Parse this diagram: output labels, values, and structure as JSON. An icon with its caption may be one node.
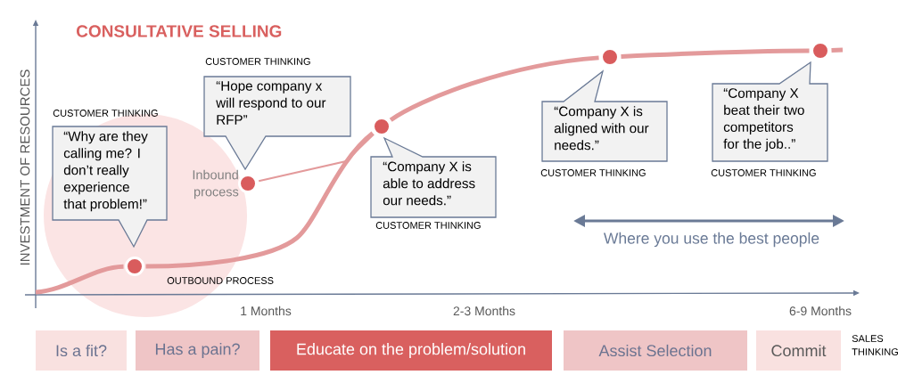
{
  "diagram": {
    "title": "CONSULTATIVE SELLING",
    "nodes": [
      {
        "text": [
          "CUSTOMER THINKING",
          "“Why are they calling me? I don’t really experience that problem!”"
        ]
      },
      {
        "text": [],
        "shape": "circle"
      },
      {
        "text": [
          "CUSTOMER THINKING",
          "“Hope company x will respond to our RFP”"
        ]
      },
      {
        "text": [],
        "shape": "circle",
        "beside": [
          "Inbound process"
        ]
      },
      {
        "text": [
          "“Company X is able to address our needs.”",
          "CUSTOMER THINKING"
        ]
      },
      {
        "text": [],
        "shape": "circle"
      },
      {
        "text": [
          "“Company X is aligned with our needs.”",
          "CUSTOMER THINKING"
        ]
      },
      {
        "text": [],
        "shape": "circle"
      },
      {
        "text": [
          "“Company X beat their two competitors for the job..”",
          "CUSTOMER THINKING"
        ]
      },
      {
        "text": [],
        "shape": "circle"
      },
      {
        "text": [
          "Is a fit?"
        ]
      },
      {
        "text": [
          "Has a pain?"
        ]
      },
      {
        "text": [
          "Educate on the problem/solution"
        ]
      },
      {
        "text": [
          "Assist Selection"
        ]
      },
      {
        "text": [
          "Commit"
        ]
      }
    ],
    "edges": [
      {
        "from": null,
        "to": 1,
        "arrow": "none"
      },
      {
        "from": 1,
        "to": 5,
        "arrow": "none"
      },
      {
        "from": 3,
        "to": 5,
        "arrow": "none"
      },
      {
        "from": 5,
        "to": 7,
        "arrow": "none"
      },
      {
        "from": 7,
        "to": 9,
        "arrow": "none"
      },
      {
        "from": 9,
        "to": null,
        "arrow": "none"
      }
    ],
    "labels": [
      "INVESTMENT OF RESOURCES",
      "OUTBOUND PROCESS",
      "Where you use the best people",
      "1 Months",
      "2-3 Months",
      "6-9 Months",
      "SALES THINKING"
    ]
  }
}
